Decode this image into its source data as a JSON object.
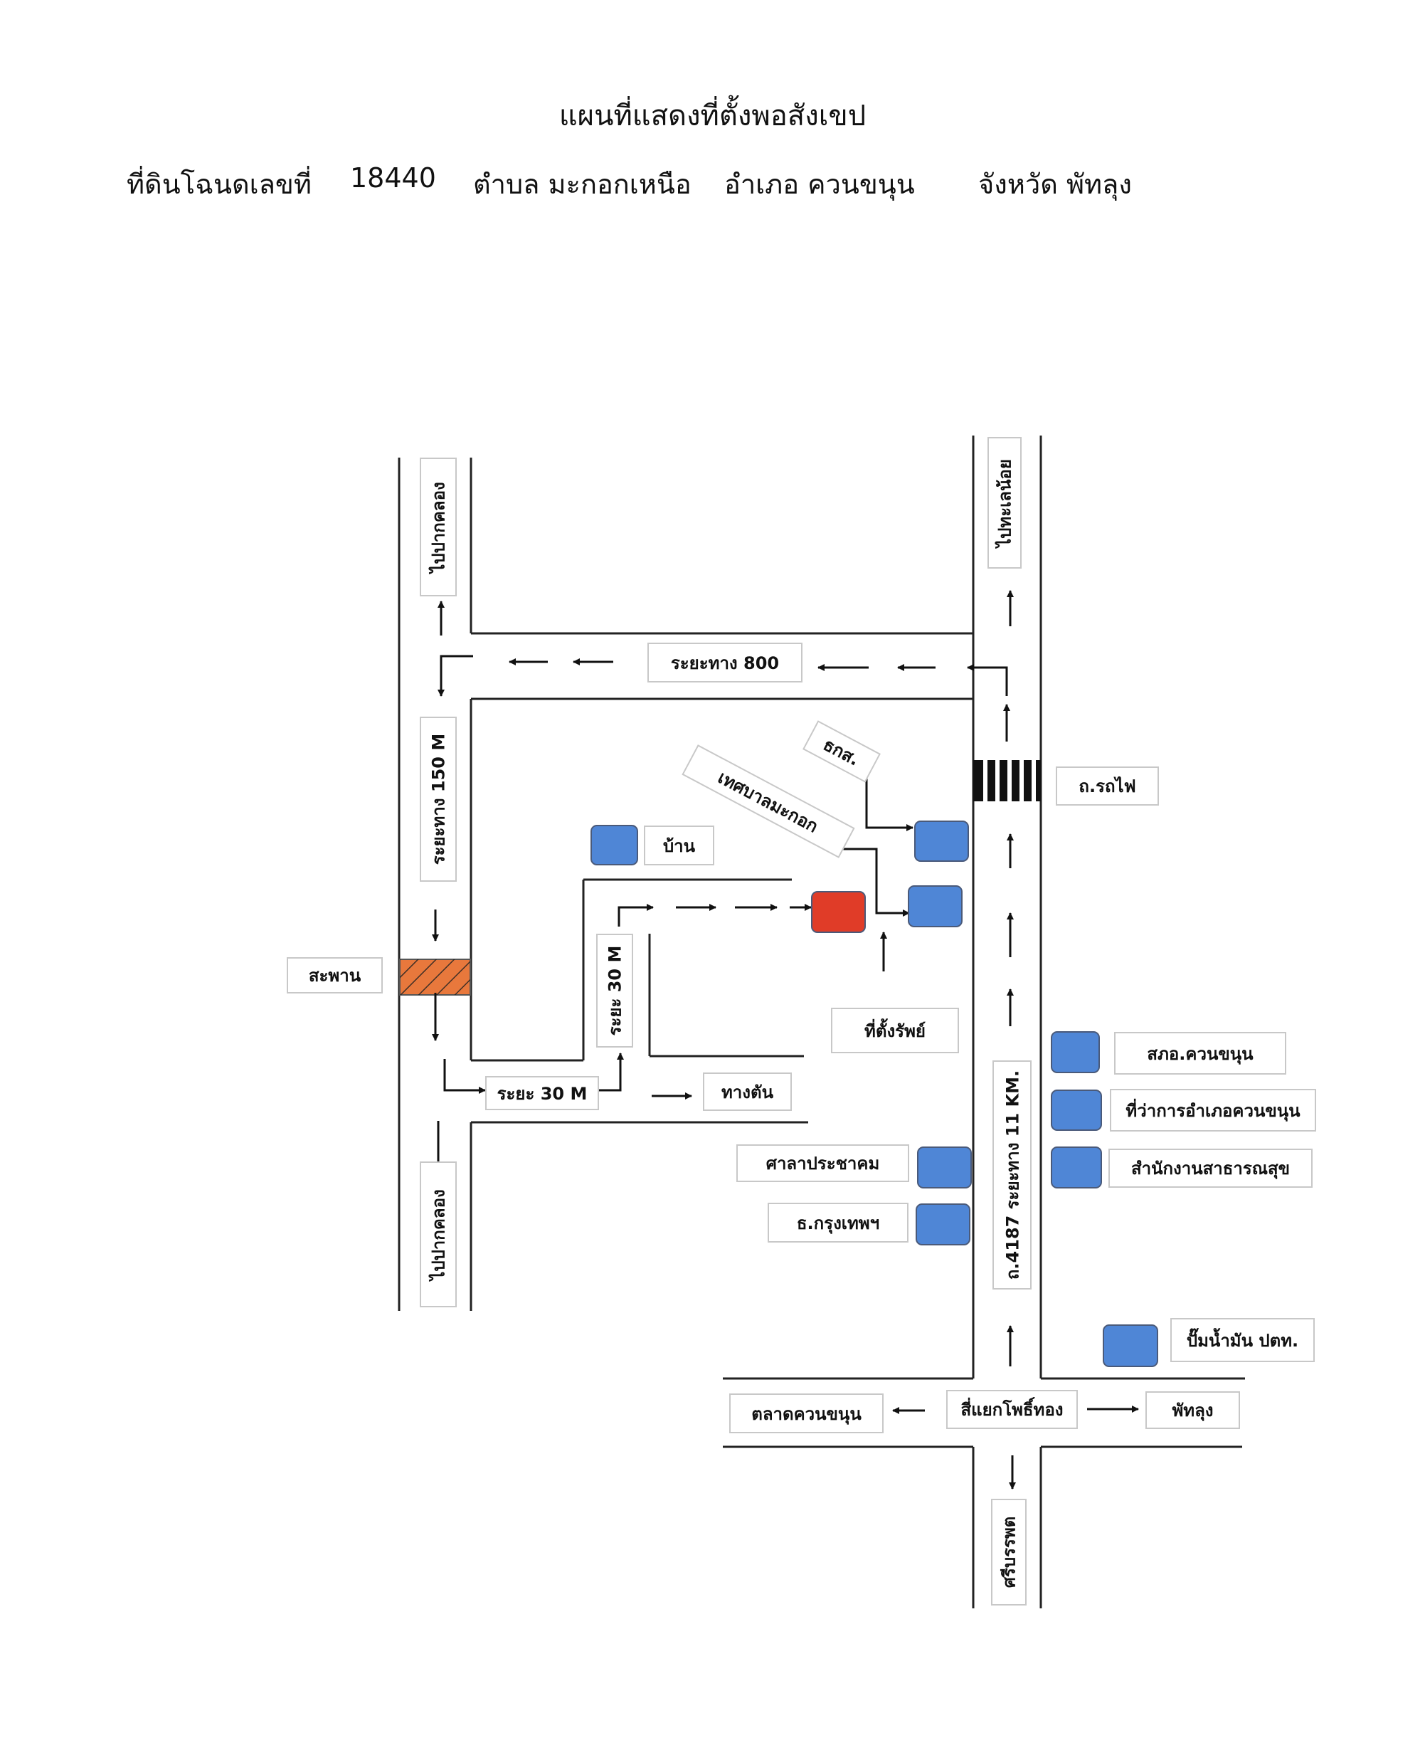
{
  "title": "แผนที่แสดงที่ตั้งพอสังเขป",
  "header": {
    "deed_label": "ที่ดินโฉนดเลขที่",
    "deed_number": "18440",
    "subdistrict": "ตำบล  มะกอกเหนือ",
    "district": "อำเภอ  ควนขนุน",
    "province": "จังหวัด  พัทลุง"
  },
  "labels": {
    "to_pak_khlong_top": "ไปปากคลอง",
    "to_pak_khlong_bottom": "ไปปากคลอง",
    "to_thale_noi": "ไปทะเลน้อย",
    "distance_800": "ระยะทาง 800",
    "distance_150": "ระยะทาง 150 M",
    "baac": "ธกส.",
    "municipality": "เทศบาลมะกอก",
    "railway": "ถ.รถไฟ",
    "house": "บ้าน",
    "bridge": "สะพาน",
    "range_30_vertical": "ระยะ 30 M",
    "property_location": "ที่ตั้งรัพย์",
    "range_30_horizontal": "ระยะ 30 M",
    "dead_end": "ทางตัน",
    "police_station": "สภอ.ควนขนุน",
    "district_office": "ที่ว่าการอำเภอควนขนุน",
    "health_office": "สำนักงานสาธารณสุข",
    "public_hall": "ศาลาประชาคม",
    "bangkok_bank": "ธ.กรุงเทพฯ",
    "highway": "ถ.4187 ระยะทาง 11 KM.",
    "ptt_station": "ปั๊มน้ำมัน ปตท.",
    "market": "ตลาดควนขนุน",
    "intersection": "สี่แยกโพธิ์ทอง",
    "phatthalung": "พัทลุง",
    "si_banphot": "ศรีบรรพต"
  },
  "colors": {
    "landmark": "#4f86d6",
    "property": "#e03c28",
    "bridge": "#e8783c",
    "road": "#222222"
  }
}
